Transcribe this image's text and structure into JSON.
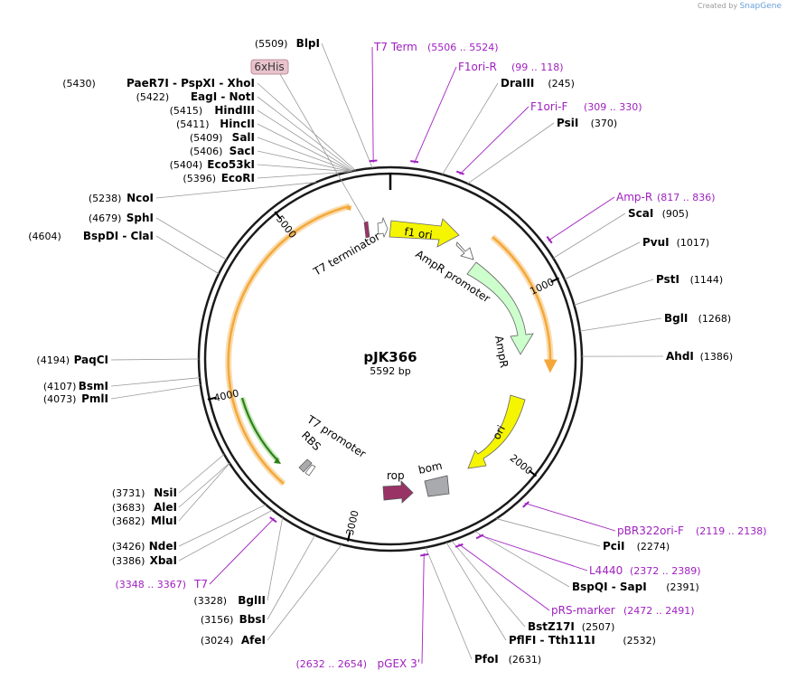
{
  "credit": {
    "prefix": "Created by",
    "brand": "SnapGene"
  },
  "plasmid": {
    "name": "pJK366",
    "size": "5592 bp",
    "length": 5592
  },
  "ticks": [
    {
      "bp": 1000,
      "label": "1000"
    },
    {
      "bp": 2000,
      "label": "2000"
    },
    {
      "bp": 3000,
      "label": "3000"
    },
    {
      "bp": 4000,
      "label": "4000"
    },
    {
      "bp": 5000,
      "label": "5000"
    }
  ],
  "enzymes": [
    {
      "name": "BlpI",
      "pos": "(5509)",
      "bp": 5509,
      "side": "L",
      "row": 0
    },
    {
      "name": "PaeR7I  - PspXI  - XhoI",
      "pos": "(5430)",
      "bp": 5430,
      "side": "L",
      "row": 2
    },
    {
      "name": "EagI  - NotI",
      "pos": "(5422)",
      "bp": 5422,
      "side": "L",
      "row": 3
    },
    {
      "name": "HindIII",
      "pos": "(5415)",
      "bp": 5415,
      "side": "L",
      "row": 4
    },
    {
      "name": "HincII",
      "pos": "(5411)",
      "bp": 5411,
      "side": "L",
      "row": 5
    },
    {
      "name": "SalI",
      "pos": "(5409)",
      "bp": 5409,
      "side": "L",
      "row": 6
    },
    {
      "name": "SacI",
      "pos": "(5406)",
      "bp": 5406,
      "side": "L",
      "row": 7
    },
    {
      "name": "Eco53kI",
      "pos": "(5404)",
      "bp": 5404,
      "side": "L",
      "row": 8
    },
    {
      "name": "EcoRI",
      "pos": "(5396)",
      "bp": 5396,
      "side": "L",
      "row": 9
    },
    {
      "name": "NcoI",
      "pos": "(5238)",
      "bp": 5238,
      "side": "L",
      "row": 10
    },
    {
      "name": "SphI",
      "pos": "(4679)",
      "bp": 4679,
      "side": "L",
      "row": 11
    },
    {
      "name": "BspDI  - ClaI",
      "pos": "(4604)",
      "bp": 4604,
      "side": "L",
      "row": 12
    },
    {
      "name": "PaqCI",
      "pos": "(4194)",
      "bp": 4194,
      "side": "L",
      "row": 13
    },
    {
      "name": "BsmI",
      "pos": "(4107)",
      "bp": 4107,
      "side": "L",
      "row": 14
    },
    {
      "name": "PmlI",
      "pos": "(4073)",
      "bp": 4073,
      "side": "L",
      "row": 15
    },
    {
      "name": "NsiI",
      "pos": "(3731)",
      "bp": 3731,
      "side": "L",
      "row": 16
    },
    {
      "name": "AleI",
      "pos": "(3683)",
      "bp": 3683,
      "side": "L",
      "row": 17
    },
    {
      "name": "MluI",
      "pos": "(3682)",
      "bp": 3682,
      "side": "L",
      "row": 18
    },
    {
      "name": "NdeI",
      "pos": "(3426)",
      "bp": 3426,
      "side": "L",
      "row": 19
    },
    {
      "name": "XbaI",
      "pos": "(3386)",
      "bp": 3386,
      "side": "L",
      "row": 20
    },
    {
      "name": "BglII",
      "pos": "(3328)",
      "bp": 3328,
      "side": "L",
      "row": 22
    },
    {
      "name": "BbsI",
      "pos": "(3156)",
      "bp": 3156,
      "side": "L",
      "row": 23
    },
    {
      "name": "AfeI",
      "pos": "(3024)",
      "bp": 3024,
      "side": "L",
      "row": 24
    },
    {
      "name": "DraIII",
      "pos": "(245)",
      "bp": 245,
      "side": "R",
      "row": 0
    },
    {
      "name": "PsiI",
      "pos": "(370)",
      "bp": 370,
      "side": "R",
      "row": 1
    },
    {
      "name": "ScaI",
      "pos": "(905)",
      "bp": 905,
      "side": "R",
      "row": 2
    },
    {
      "name": "PvuI",
      "pos": "(1017)",
      "bp": 1017,
      "side": "R",
      "row": 3
    },
    {
      "name": "PstI",
      "pos": "(1144)",
      "bp": 1144,
      "side": "R",
      "row": 4
    },
    {
      "name": "BglI",
      "pos": "(1268)",
      "bp": 1268,
      "side": "R",
      "row": 5
    },
    {
      "name": "AhdI",
      "pos": "(1386)",
      "bp": 1386,
      "side": "R",
      "row": 6
    },
    {
      "name": "PciI",
      "pos": "(2274)",
      "bp": 2274,
      "side": "R",
      "row": 7
    },
    {
      "name": "BspQI  - SapI",
      "pos": "(2391)",
      "bp": 2391,
      "side": "R",
      "row": 8
    },
    {
      "name": "BstZ17I",
      "pos": "(2507)",
      "bp": 2507,
      "side": "R",
      "row": 9
    },
    {
      "name": "PflFI  - Tth111I",
      "pos": "(2532)",
      "bp": 2532,
      "side": "R",
      "row": 10
    },
    {
      "name": "PfoI",
      "pos": "(2631)",
      "bp": 2631,
      "side": "R",
      "row": 11
    }
  ],
  "primers": [
    {
      "name": "T7 Term",
      "range": "(5506 .. 5524)",
      "bp": 5515,
      "slot": "top"
    },
    {
      "name": "F1ori-R",
      "range": "(99 .. 118)",
      "bp": 108,
      "slot": "r1"
    },
    {
      "name": "F1ori-F",
      "range": "(309 .. 330)",
      "bp": 320,
      "slot": "r2"
    },
    {
      "name": "Amp-R",
      "range": "(817 .. 836)",
      "bp": 826,
      "slot": "r3"
    },
    {
      "name": "pBR322ori-F",
      "range": "(2119 .. 2138)",
      "bp": 2128,
      "slot": "r4"
    },
    {
      "name": "L4440",
      "range": "(2372 .. 2389)",
      "bp": 2380,
      "slot": "r5"
    },
    {
      "name": "pRS-marker",
      "range": "(2472 .. 2491)",
      "bp": 2481,
      "slot": "r6"
    },
    {
      "name": "pGEX 3'",
      "range": "(2632 .. 2654)",
      "bp": 2643,
      "slot": "b1"
    },
    {
      "name": "T7",
      "range": "(3348 .. 3367)",
      "bp": 3357,
      "slot": "l1"
    }
  ],
  "features": [
    {
      "name": "6xHis",
      "kind": "tag"
    },
    {
      "name": "T7 terminator",
      "kind": "terminator"
    },
    {
      "name": "f1 ori",
      "kind": "origin",
      "color": "#f5f500"
    },
    {
      "name": "AmpR promoter",
      "kind": "promoter"
    },
    {
      "name": "AmpR",
      "kind": "cds",
      "color": "#ccffcc"
    },
    {
      "name": "ori",
      "kind": "origin",
      "color": "#f5f500"
    },
    {
      "name": "bom",
      "kind": "misc",
      "color": "#a9aaad"
    },
    {
      "name": "rop",
      "kind": "cds",
      "color": "#993366"
    },
    {
      "name": "T7 promoter",
      "kind": "promoter"
    },
    {
      "name": "RBS",
      "kind": "rbs"
    }
  ],
  "colors": {
    "primer": "#a020c0",
    "orf": "#f4a83a",
    "orf_glow": "#f9ddb0",
    "ring": "#1a1a1a"
  }
}
